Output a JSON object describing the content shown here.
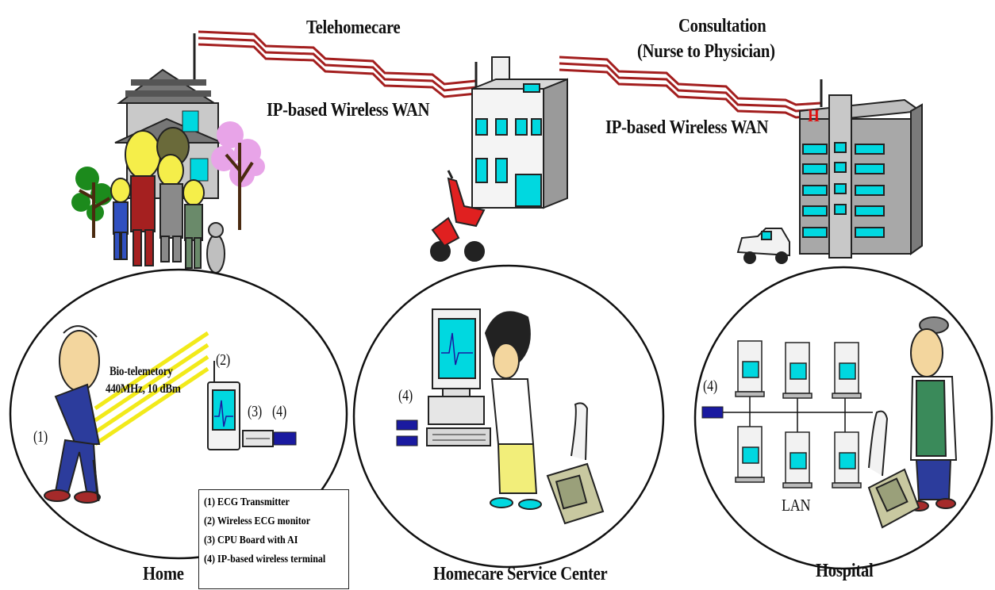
{
  "links": {
    "telehomecare": "Telehomecare",
    "consultation_line1": "Consultation",
    "consultation_line2": "(Nurse to Physician)",
    "wan_left": "IP-based Wireless WAN",
    "wan_right": "IP-based Wireless WAN"
  },
  "home": {
    "title": "Home",
    "bio_line1": "Bio-telemetory",
    "bio_line2": "440MHz, 10 dBm",
    "markers": [
      "(1)",
      "(2)",
      "(3)",
      "(4)"
    ]
  },
  "service_center": {
    "title": "Homecare Service Center",
    "marker": "(4)"
  },
  "hospital": {
    "title": "Hospital",
    "marker": "(4)",
    "lan_label": "LAN",
    "building_sign": "H"
  },
  "legend": {
    "items": [
      "(1) ECG Transmitter",
      "(2) Wireless ECG monitor",
      "(3) CPU Board with AI",
      "(4) IP-based wireless terminal"
    ]
  },
  "colors": {
    "wan_link": "#a31e1e",
    "bio_signal": "#f2ea1a",
    "screen": "#00d8e0",
    "terminal": "#1a1aa0",
    "hospital_sign": "#e01010"
  }
}
